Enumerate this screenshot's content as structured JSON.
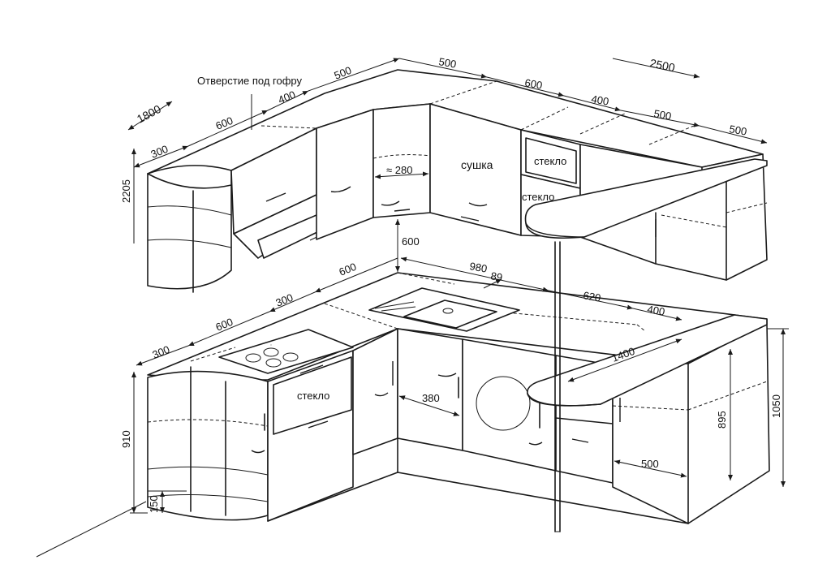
{
  "annotations": {
    "hole_label": "Отверстие под гофру",
    "drying": "сушка",
    "glass_upper_1": "стекло",
    "glass_upper_2": "стекло",
    "glass_lower": "стекло",
    "approx_280": "≈ 280"
  },
  "dimensions": {
    "top_total_left": "1800",
    "top_total_right": "2500",
    "top_300": "300",
    "top_600": "600",
    "top_400": "400",
    "top_500_left": "500",
    "top_500_a": "500",
    "top_600_b": "600",
    "top_400_b": "400",
    "top_500_b": "500",
    "top_500_c": "500",
    "height_upper": "2205",
    "gap_600": "600",
    "low_600_back": "600",
    "low_980": "980",
    "low_89": "89",
    "low_620": "620",
    "low_400": "400",
    "low_300_back": "300",
    "low_600_front": "600",
    "low_300_front": "300",
    "bar_1400": "1400",
    "door_380": "380",
    "door_500": "500",
    "height_910": "910",
    "plinth_150": "150",
    "height_895": "895",
    "height_1050": "1050"
  }
}
